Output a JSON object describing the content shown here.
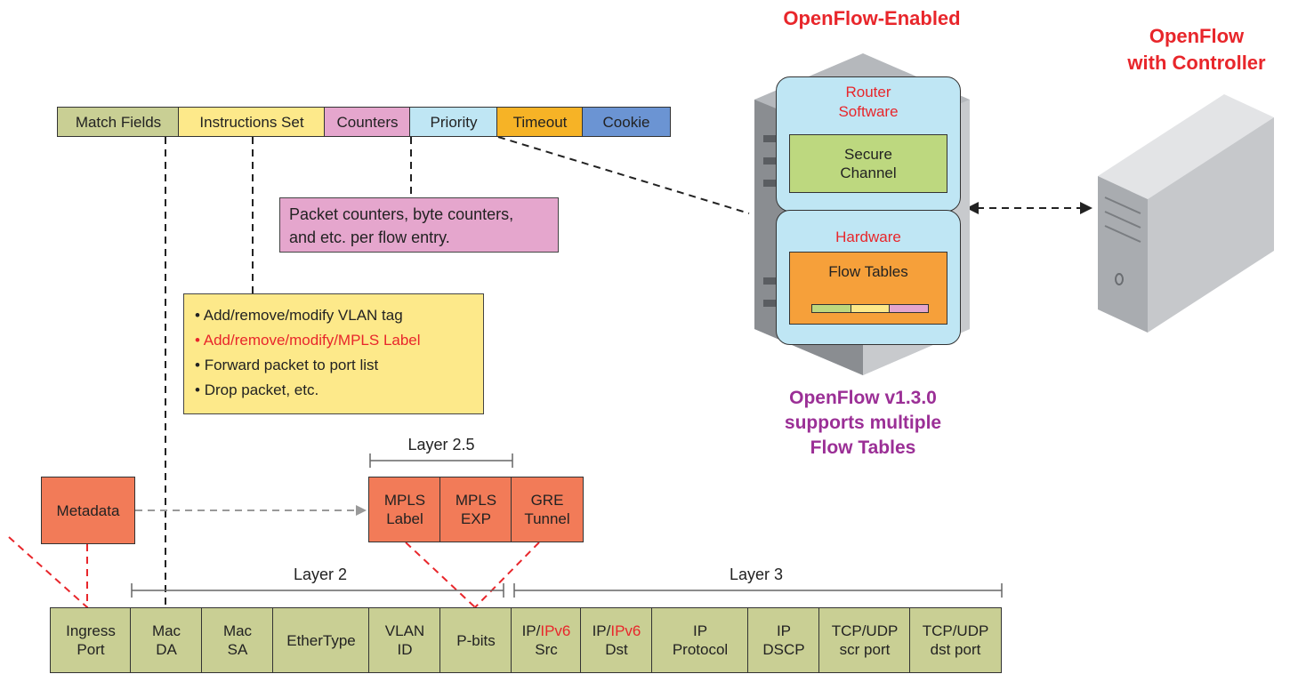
{
  "header_fields": [
    {
      "label": "Match Fields",
      "color": "#c9cf94"
    },
    {
      "label": "Instructions Set",
      "color": "#fde98a"
    },
    {
      "label": "Counters",
      "color": "#e5a6cd"
    },
    {
      "label": "Priority",
      "color": "#bfe6f4"
    },
    {
      "label": "Timeout",
      "color": "#f6b326"
    },
    {
      "label": "Cookie",
      "color": "#6b94d3"
    }
  ],
  "counters_note": {
    "line1": "Packet counters, byte counters,",
    "line2": "and etc. per flow entry."
  },
  "instructions": [
    {
      "text": "Add/remove/modify VLAN tag",
      "highlight": false
    },
    {
      "text": "Add/remove/modify/MPLS Label",
      "highlight": true
    },
    {
      "text": "Forward packet to port list",
      "highlight": false
    },
    {
      "text": "Drop packet, etc.",
      "highlight": false
    }
  ],
  "metadata": "Metadata",
  "layer25": {
    "label": "Layer 2.5",
    "cells": [
      {
        "line1": "MPLS",
        "line2": "Label"
      },
      {
        "line1": "MPLS",
        "line2": "EXP"
      },
      {
        "line1": "GRE",
        "line2": "Tunnel"
      }
    ]
  },
  "layer2_label": "Layer 2",
  "layer3_label": "Layer 3",
  "match_fields": [
    {
      "line1": "Ingress",
      "line2": "Port"
    },
    {
      "line1": "Mac",
      "line2": "DA"
    },
    {
      "line1": "Mac",
      "line2": "SA"
    },
    {
      "line1": "EtherType",
      "line2": ""
    },
    {
      "line1": "VLAN",
      "line2": "ID"
    },
    {
      "line1": "P-bits",
      "line2": ""
    },
    {
      "pre": "IP/",
      "red": "IPv6",
      "line2": "Src"
    },
    {
      "pre": "IP/",
      "red": "IPv6",
      "line2": "Dst"
    },
    {
      "line1": "IP",
      "line2": "Protocol"
    },
    {
      "line1": "IP",
      "line2": "DSCP"
    },
    {
      "line1": "TCP/UDP",
      "line2": "scr port"
    },
    {
      "line1": "TCP/UDP",
      "line2": "dst port"
    }
  ],
  "switch": {
    "title": "OpenFlow-Enabled",
    "software_title": "Router Software",
    "software_line1": "Router",
    "software_line2": "Software",
    "secure_line1": "Secure",
    "secure_line2": "Channel",
    "hardware_title": "Hardware",
    "flow_tables": "Flow Tables",
    "caption_line1": "OpenFlow v1.3.0",
    "caption_line2": "supports multiple",
    "caption_line3": "Flow Tables"
  },
  "controller": {
    "line1": "OpenFlow",
    "line2": "with Controller"
  },
  "colors": {
    "accent_red": "#e8262b",
    "caption_purple": "#9b2f96",
    "box_blue": "#bfe6f4",
    "green": "#bdd87f",
    "orange": "#f6a03a"
  }
}
